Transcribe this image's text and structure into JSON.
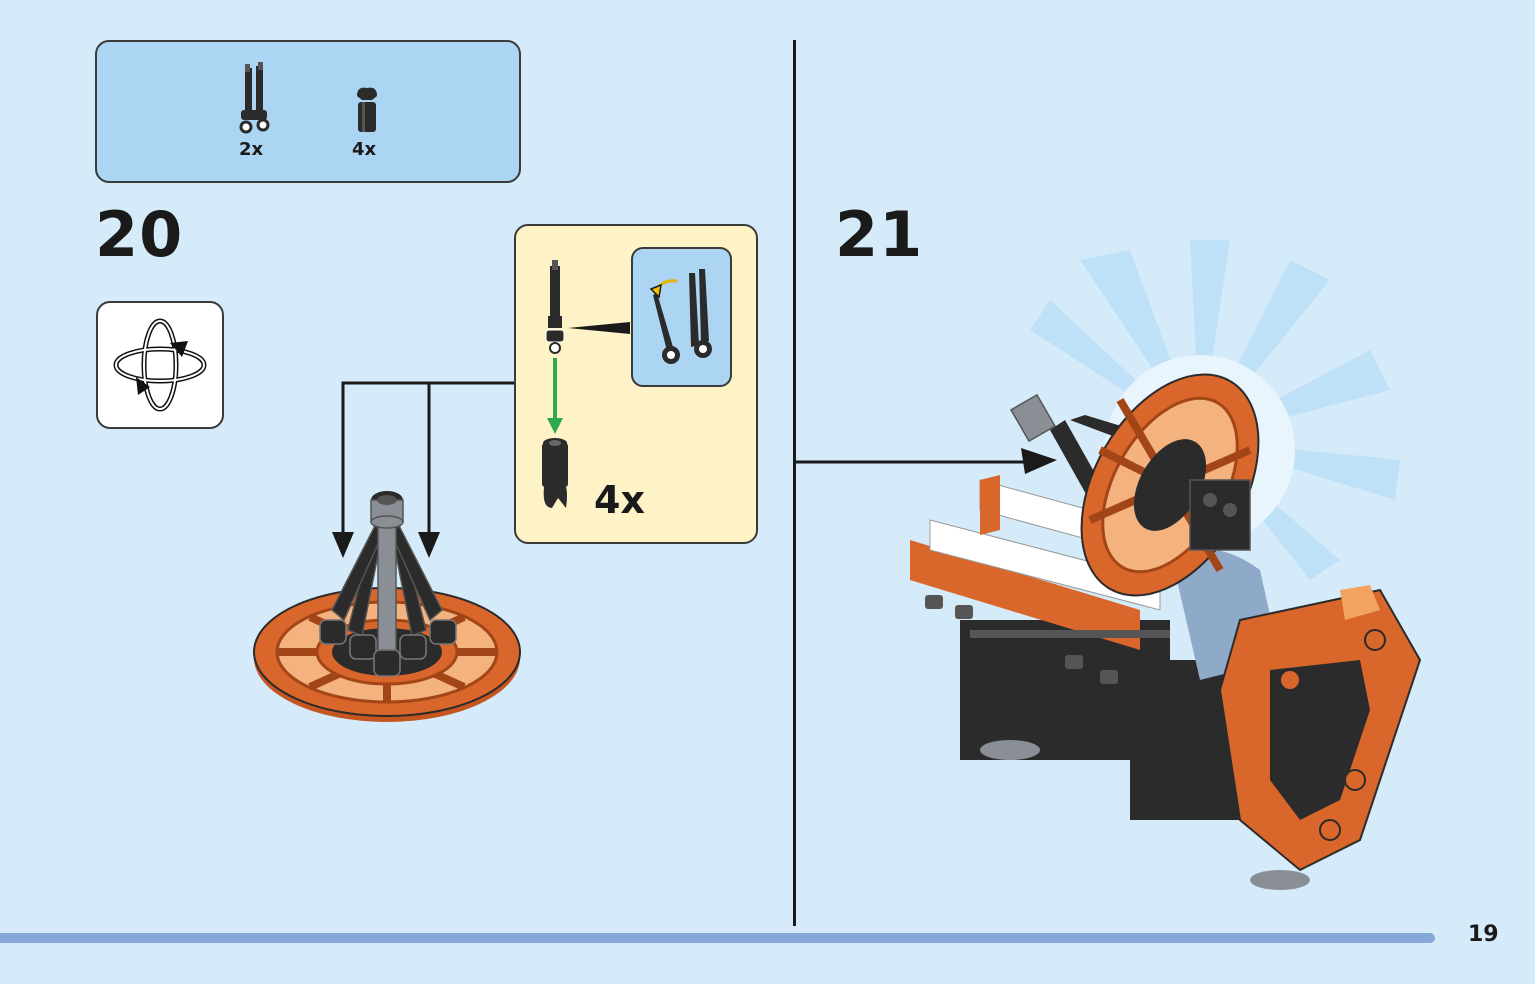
{
  "parts_list": [
    {
      "name": "bar-with-clips",
      "qty": "2x"
    },
    {
      "name": "bar-holder-with-clip",
      "qty": "4x"
    }
  ],
  "steps": [
    {
      "number": "20"
    },
    {
      "number": "21"
    }
  ],
  "sub_assembly": {
    "qty": "4x"
  },
  "page": {
    "number": "19"
  },
  "colors": {
    "background": "#d5ebf9",
    "parts_panel": "#acd4f3",
    "sub_assembly_panel": "#fdf3c7",
    "orange": "#d9662a",
    "dark_gray": "#2b2b2b",
    "light_gray": "#8a8f96",
    "arrow_green": "#2fa84f",
    "footer_bar": "#86a8d8"
  },
  "icons": [
    "rotate-model-icon"
  ]
}
